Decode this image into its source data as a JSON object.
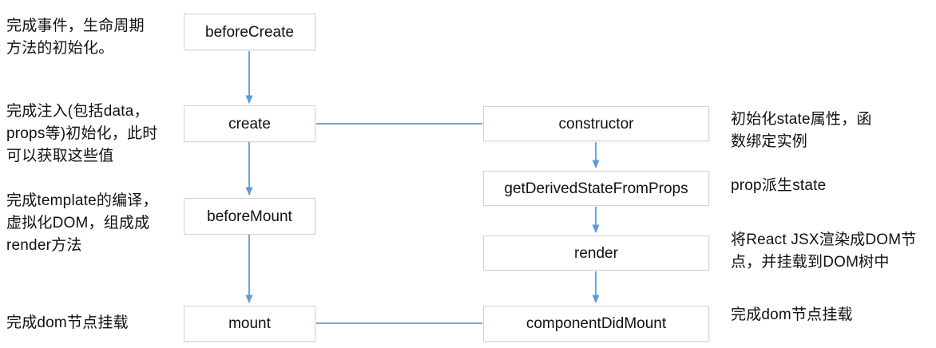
{
  "diagram": {
    "title_hint": "Vue vs React lifecycle mounting flow",
    "colors": {
      "arrow_blue": "#5b9bd5",
      "box_border": "#d4d4d4",
      "box_fill": "#ffffff",
      "text": "#111111"
    },
    "vue_column": {
      "nodes": [
        {
          "label": "beforeCreate",
          "annotation": "完成事件，生命周期\n方法的初始化。"
        },
        {
          "label": "create",
          "annotation": "完成注入(包括data，\nprops等)初始化，此时\n可以获取这些值"
        },
        {
          "label": "beforeMount",
          "annotation": "完成template的编译，\n虚拟化DOM，组成成\nrender方法"
        },
        {
          "label": "mount",
          "annotation": "完成dom节点挂载"
        }
      ]
    },
    "react_column": {
      "nodes": [
        {
          "label": "constructor",
          "annotation": "初始化state属性，函\n数绑定实例"
        },
        {
          "label": "getDerivedStateFromProps",
          "annotation": "prop派生state"
        },
        {
          "label": "render",
          "annotation": "将React JSX渲染成DOM节\n点，并挂载到DOM树中"
        },
        {
          "label": "componentDidMount",
          "annotation": "完成dom节点挂载"
        }
      ]
    }
  }
}
